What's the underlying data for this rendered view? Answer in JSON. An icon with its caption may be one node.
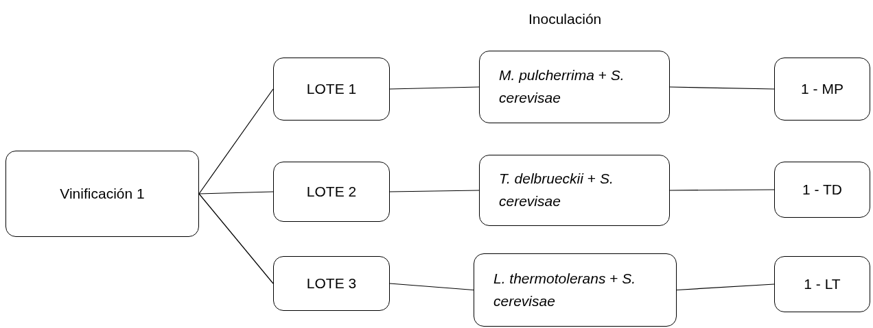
{
  "diagram": {
    "nodes": [
      {
        "text": [
          "Vinificación 1"
        ]
      },
      {
        "text": [
          "LOTE 1"
        ]
      },
      {
        "text": [
          "LOTE 2"
        ]
      },
      {
        "text": [
          "LOTE 3"
        ]
      },
      {
        "text": [
          "*M. pulcherrima* + *S. cerevisae*"
        ]
      },
      {
        "text": [
          "*T. delbrueckii*  + *S. cerevisae*"
        ]
      },
      {
        "text": [
          "*L. thermotolerans* + *S. cerevisae*"
        ]
      },
      {
        "text": [
          "1 - MP"
        ]
      },
      {
        "text": [
          "1 - TD"
        ]
      },
      {
        "text": [
          "1 - LT"
        ]
      }
    ],
    "edges": [
      {
        "from": 0,
        "to": 1,
        "arrow": "none"
      },
      {
        "from": 0,
        "to": 2,
        "arrow": "none"
      },
      {
        "from": 0,
        "to": 3,
        "arrow": "none"
      },
      {
        "from": 1,
        "to": 4,
        "arrow": "none"
      },
      {
        "from": 4,
        "to": 7,
        "arrow": "none"
      },
      {
        "from": 2,
        "to": 5,
        "arrow": "none"
      },
      {
        "from": 5,
        "to": 8,
        "arrow": "none"
      },
      {
        "from": 3,
        "to": 6,
        "arrow": "none"
      },
      {
        "from": 6,
        "to": 9,
        "arrow": "none"
      }
    ],
    "labels": [
      "Inoculación"
    ]
  }
}
